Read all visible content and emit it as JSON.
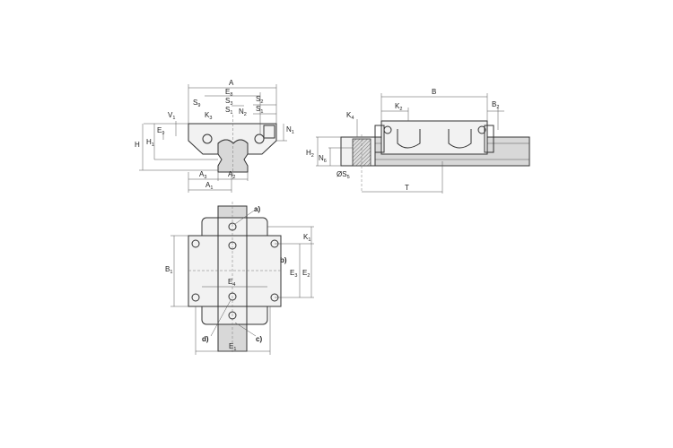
{
  "colors": {
    "line": "#333333",
    "body": "#f2f2f2",
    "rail": "#d8d8d8"
  },
  "front_view": {
    "labels": [
      {
        "m": "A",
        "s": ""
      },
      {
        "m": "E",
        "s": "8"
      },
      {
        "m": "S",
        "s": "9"
      },
      {
        "m": "S",
        "s": "3"
      },
      {
        "m": "S",
        "s": "2"
      },
      {
        "m": "K",
        "s": "3"
      },
      {
        "m": "S",
        "s": "1"
      },
      {
        "m": "N",
        "s": "2"
      },
      {
        "m": "S",
        "s": "1"
      },
      {
        "m": "V",
        "s": "1"
      },
      {
        "m": "E",
        "s": "9"
      },
      {
        "m": "H",
        "s": "1"
      },
      {
        "m": "H",
        "s": ""
      },
      {
        "m": "N",
        "s": "1"
      },
      {
        "m": "A",
        "s": "3"
      },
      {
        "m": "A",
        "s": "2"
      },
      {
        "m": "A",
        "s": "1"
      }
    ]
  },
  "side_view": {
    "labels": [
      {
        "m": "B",
        "s": ""
      },
      {
        "m": "K",
        "s": "2"
      },
      {
        "m": "B",
        "s": "2"
      },
      {
        "m": "K",
        "s": "4"
      },
      {
        "m": "H",
        "s": "2"
      },
      {
        "m": "N",
        "s": "6"
      },
      {
        "m": "ØS",
        "s": "5"
      },
      {
        "m": "T",
        "s": ""
      }
    ]
  },
  "top_view": {
    "labels": [
      {
        "m": "a)",
        "s": ""
      },
      {
        "m": "K",
        "s": "1"
      },
      {
        "m": "b)",
        "s": ""
      },
      {
        "m": "B",
        "s": "1"
      },
      {
        "m": "E",
        "s": "3"
      },
      {
        "m": "E",
        "s": "2"
      },
      {
        "m": "E",
        "s": "4"
      },
      {
        "m": "d)",
        "s": ""
      },
      {
        "m": "c)",
        "s": ""
      },
      {
        "m": "E",
        "s": "1"
      }
    ]
  }
}
